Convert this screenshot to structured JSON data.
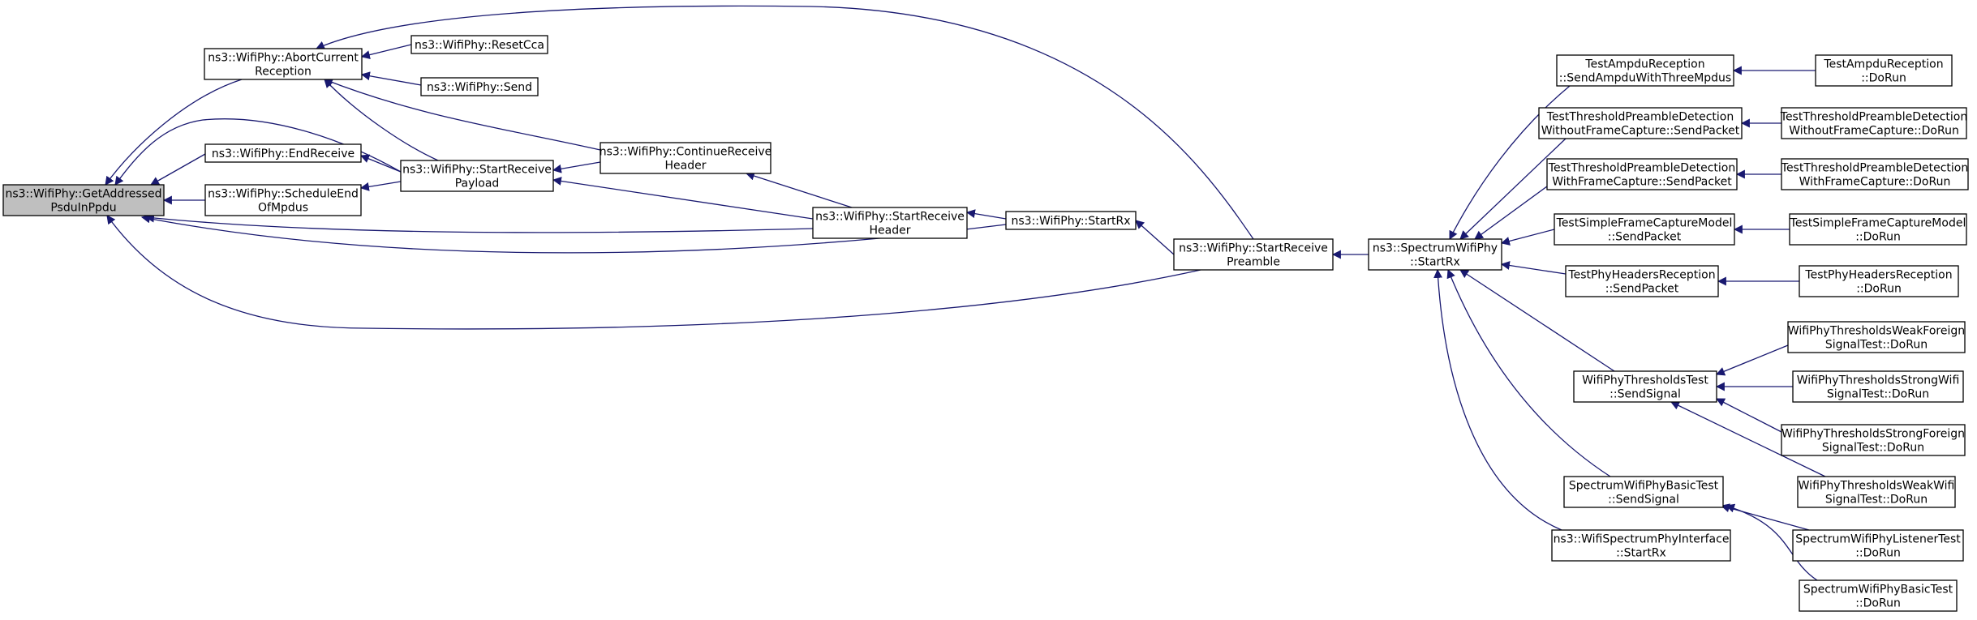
{
  "diagram": {
    "type": "call-graph",
    "edge_color": "#191970",
    "focus_fill": "#bfbfbf",
    "nodes": {
      "n_getaddr": {
        "lines": [
          "ns3::WifiPhy::GetAddressed",
          "PsduInPpdu"
        ],
        "focus": true
      },
      "n_abort": {
        "lines": [
          "ns3::WifiPhy::AbortCurrent",
          "Reception"
        ]
      },
      "n_resetcca": {
        "lines": [
          "ns3::WifiPhy::ResetCca"
        ]
      },
      "n_send": {
        "lines": [
          "ns3::WifiPhy::Send"
        ]
      },
      "n_endrecv": {
        "lines": [
          "ns3::WifiPhy::EndReceive"
        ]
      },
      "n_schedend": {
        "lines": [
          "ns3::WifiPhy::ScheduleEnd",
          "OfMpdus"
        ]
      },
      "n_startpayload": {
        "lines": [
          "ns3::WifiPhy::StartReceive",
          "Payload"
        ]
      },
      "n_continuehdr": {
        "lines": [
          "ns3::WifiPhy::ContinueReceive",
          "Header"
        ]
      },
      "n_starthdr": {
        "lines": [
          "ns3::WifiPhy::StartReceive",
          "Header"
        ]
      },
      "n_startrx": {
        "lines": [
          "ns3::WifiPhy::StartRx"
        ]
      },
      "n_startpreamble": {
        "lines": [
          "ns3::WifiPhy::StartReceive",
          "Preamble"
        ]
      },
      "n_spectrumstartrx": {
        "lines": [
          "ns3::SpectrumWifiPhy",
          "::StartRx"
        ]
      },
      "n_ampdu_send": {
        "lines": [
          "TestAmpduReception",
          "::SendAmpduWithThreeMpdus"
        ]
      },
      "n_ampdu_run": {
        "lines": [
          "TestAmpduReception",
          "::DoRun"
        ]
      },
      "n_tpd_wo_send": {
        "lines": [
          "TestThresholdPreambleDetection",
          "WithoutFrameCapture::SendPacket"
        ]
      },
      "n_tpd_wo_run": {
        "lines": [
          "TestThresholdPreambleDetection",
          "WithoutFrameCapture::DoRun"
        ]
      },
      "n_tpd_w_send": {
        "lines": [
          "TestThresholdPreambleDetection",
          "WithFrameCapture::SendPacket"
        ]
      },
      "n_tpd_w_run": {
        "lines": [
          "TestThresholdPreambleDetection",
          "WithFrameCapture::DoRun"
        ]
      },
      "n_sfc_send": {
        "lines": [
          "TestSimpleFrameCaptureModel",
          "::SendPacket"
        ]
      },
      "n_sfc_run": {
        "lines": [
          "TestSimpleFrameCaptureModel",
          "::DoRun"
        ]
      },
      "n_phr_send": {
        "lines": [
          "TestPhyHeadersReception",
          "::SendPacket"
        ]
      },
      "n_phr_run": {
        "lines": [
          "TestPhyHeadersReception",
          "::DoRun"
        ]
      },
      "n_wpt_send": {
        "lines": [
          "WifiPhyThresholdsTest",
          "::SendSignal"
        ]
      },
      "n_wpt_weakforeign": {
        "lines": [
          "WifiPhyThresholdsWeakForeign",
          "SignalTest::DoRun"
        ]
      },
      "n_wpt_strongwifi": {
        "lines": [
          "WifiPhyThresholdsStrongWifi",
          "SignalTest::DoRun"
        ]
      },
      "n_wpt_strongforeign": {
        "lines": [
          "WifiPhyThresholdsStrongForeign",
          "SignalTest::DoRun"
        ]
      },
      "n_wpt_weakwifi": {
        "lines": [
          "WifiPhyThresholdsWeakWifi",
          "SignalTest::DoRun"
        ]
      },
      "n_swpbt_send": {
        "lines": [
          "SpectrumWifiPhyBasicTest",
          "::SendSignal"
        ]
      },
      "n_listener_run": {
        "lines": [
          "SpectrumWifiPhyListenerTest",
          "::DoRun"
        ]
      },
      "n_basic_run": {
        "lines": [
          "SpectrumWifiPhyBasicTest",
          "::DoRun"
        ]
      },
      "n_wspi_startrx": {
        "lines": [
          "ns3::WifiSpectrumPhyInterface",
          "::StartRx"
        ]
      }
    },
    "edges": [
      [
        "n_abort",
        "n_getaddr"
      ],
      [
        "n_startpayload",
        "n_getaddr"
      ],
      [
        "n_endrecv",
        "n_getaddr"
      ],
      [
        "n_schedend",
        "n_getaddr"
      ],
      [
        "n_starthdr",
        "n_getaddr"
      ],
      [
        "n_startrx",
        "n_getaddr"
      ],
      [
        "n_startpreamble",
        "n_getaddr"
      ],
      [
        "n_resetcca",
        "n_abort"
      ],
      [
        "n_send",
        "n_abort"
      ],
      [
        "n_startpreamble",
        "n_abort"
      ],
      [
        "n_continuehdr",
        "n_abort"
      ],
      [
        "n_startpayload",
        "n_abort"
      ],
      [
        "n_startpayload",
        "n_endrecv"
      ],
      [
        "n_startpayload",
        "n_schedend"
      ],
      [
        "n_continuehdr",
        "n_startpayload"
      ],
      [
        "n_starthdr",
        "n_startpayload"
      ],
      [
        "n_starthdr",
        "n_continuehdr"
      ],
      [
        "n_startrx",
        "n_starthdr"
      ],
      [
        "n_startpreamble",
        "n_startrx"
      ],
      [
        "n_spectrumstartrx",
        "n_startpreamble"
      ],
      [
        "n_ampdu_send",
        "n_spectrumstartrx"
      ],
      [
        "n_tpd_wo_send",
        "n_spectrumstartrx"
      ],
      [
        "n_tpd_w_send",
        "n_spectrumstartrx"
      ],
      [
        "n_sfc_send",
        "n_spectrumstartrx"
      ],
      [
        "n_phr_send",
        "n_spectrumstartrx"
      ],
      [
        "n_wpt_send",
        "n_spectrumstartrx"
      ],
      [
        "n_swpbt_send",
        "n_spectrumstartrx"
      ],
      [
        "n_wspi_startrx",
        "n_spectrumstartrx"
      ],
      [
        "n_ampdu_run",
        "n_ampdu_send"
      ],
      [
        "n_tpd_wo_run",
        "n_tpd_wo_send"
      ],
      [
        "n_tpd_w_run",
        "n_tpd_w_send"
      ],
      [
        "n_sfc_run",
        "n_sfc_send"
      ],
      [
        "n_phr_run",
        "n_phr_send"
      ],
      [
        "n_wpt_weakforeign",
        "n_wpt_send"
      ],
      [
        "n_wpt_strongwifi",
        "n_wpt_send"
      ],
      [
        "n_wpt_strongforeign",
        "n_wpt_send"
      ],
      [
        "n_wpt_weakwifi",
        "n_wpt_send"
      ],
      [
        "n_listener_run",
        "n_swpbt_send"
      ],
      [
        "n_basic_run",
        "n_swpbt_send"
      ]
    ]
  }
}
